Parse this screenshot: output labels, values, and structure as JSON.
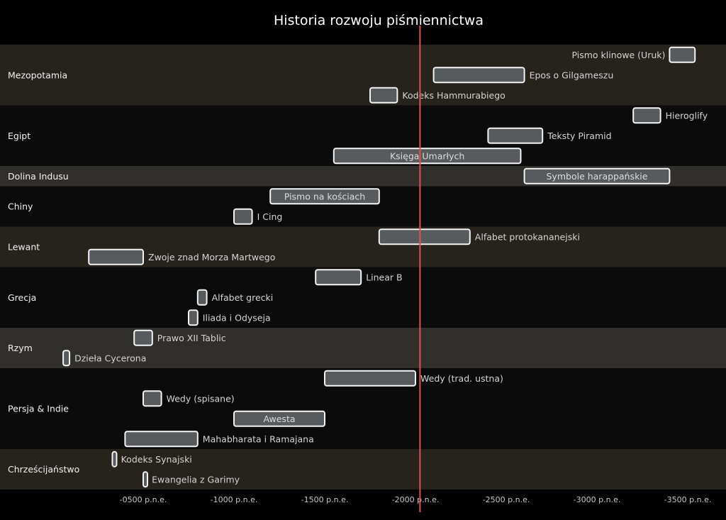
{
  "chart_data": {
    "type": "timeline",
    "title": "Historia rozwoju piśmiennictwa",
    "xlabel": "",
    "ylabel": "",
    "x_axis": {
      "reversed": true,
      "range": [
        -3750,
        290
      ],
      "ticks": [
        -500,
        -1000,
        -1500,
        -2000,
        -2500,
        -3000,
        -3500
      ],
      "tick_labels": [
        "-0500 p.n.e.",
        "-1000 p.n.e.",
        "-1500 p.n.e.",
        "-2000 p.n.e.",
        "-2500 p.n.e.",
        "-3000 p.n.e.",
        "-3500 p.n.e."
      ]
    },
    "marker": {
      "value": -2025,
      "color": "#e05252"
    },
    "colors": {
      "background": "#000000",
      "band_dark": "#0b0b0b",
      "band_warm": "#26231d",
      "band_gray": "#302f2b",
      "bar_fill": "#575b5d",
      "bar_stroke": "#f4f4f4"
    },
    "groups": [
      {
        "name": "Mezopotamia",
        "band": "warm",
        "events": [
          {
            "label": "Pismo klinowe (Uruk)",
            "start": -3540,
            "end": -3400
          },
          {
            "label": "Epos o Gilgameszu",
            "start": -2600,
            "end": -2100
          },
          {
            "label": "Kodeks Hammurabiego",
            "start": -1900,
            "end": -1750
          }
        ]
      },
      {
        "name": "Egipt",
        "band": "dark",
        "events": [
          {
            "label": "Hieroglify",
            "start": -3350,
            "end": -3200
          },
          {
            "label": "Teksty Piramid",
            "start": -2700,
            "end": -2400
          },
          {
            "label": "Księga Umarłych",
            "start": -2580,
            "end": -1550
          }
        ]
      },
      {
        "name": "Dolina Indusu",
        "band": "gray",
        "events": [
          {
            "label": "Symbole harappańskie",
            "start": -3400,
            "end": -2600
          }
        ]
      },
      {
        "name": "Chiny",
        "band": "dark",
        "events": [
          {
            "label": "Pismo na kościach",
            "start": -1800,
            "end": -1200
          },
          {
            "label": "I Cing",
            "start": -1100,
            "end": -1000
          }
        ]
      },
      {
        "name": "Lewant",
        "band": "warm",
        "events": [
          {
            "label": "Alfabet protokananejski",
            "start": -2300,
            "end": -1800
          },
          {
            "label": "Zwoje znad Morza Martwego",
            "start": -500,
            "end": -200
          }
        ]
      },
      {
        "name": "Grecja",
        "band": "dark",
        "events": [
          {
            "label": "Linear B",
            "start": -1700,
            "end": -1450
          },
          {
            "label": "Alfabet grecki",
            "start": -850,
            "end": -800
          },
          {
            "label": "Iliada i Odyseja",
            "start": -800,
            "end": -750
          }
        ]
      },
      {
        "name": "Rzym",
        "band": "gray",
        "events": [
          {
            "label": "Prawo XII Tablic",
            "start": -550,
            "end": -450
          },
          {
            "label": "Dzieła Cycerona",
            "start": -94,
            "end": -59
          }
        ]
      },
      {
        "name": "Persja & Indie",
        "band": "dark",
        "events": [
          {
            "label": "Wedy (trad. ustna)",
            "start": -2000,
            "end": -1500
          },
          {
            "label": "Wedy (spisane)",
            "start": -600,
            "end": -500
          },
          {
            "label": "Awesta",
            "start": -1500,
            "end": -1000
          },
          {
            "label": "Mahabharata i Ramajana",
            "start": -800,
            "end": -400
          }
        ]
      },
      {
        "name": "Chrześcijaństwo",
        "band": "warm",
        "events": [
          {
            "label": "Kodeks Synajski",
            "start": -350,
            "end": -330
          },
          {
            "label": "Ewangelia z Garimy",
            "start": -520,
            "end": -500
          }
        ]
      }
    ]
  }
}
